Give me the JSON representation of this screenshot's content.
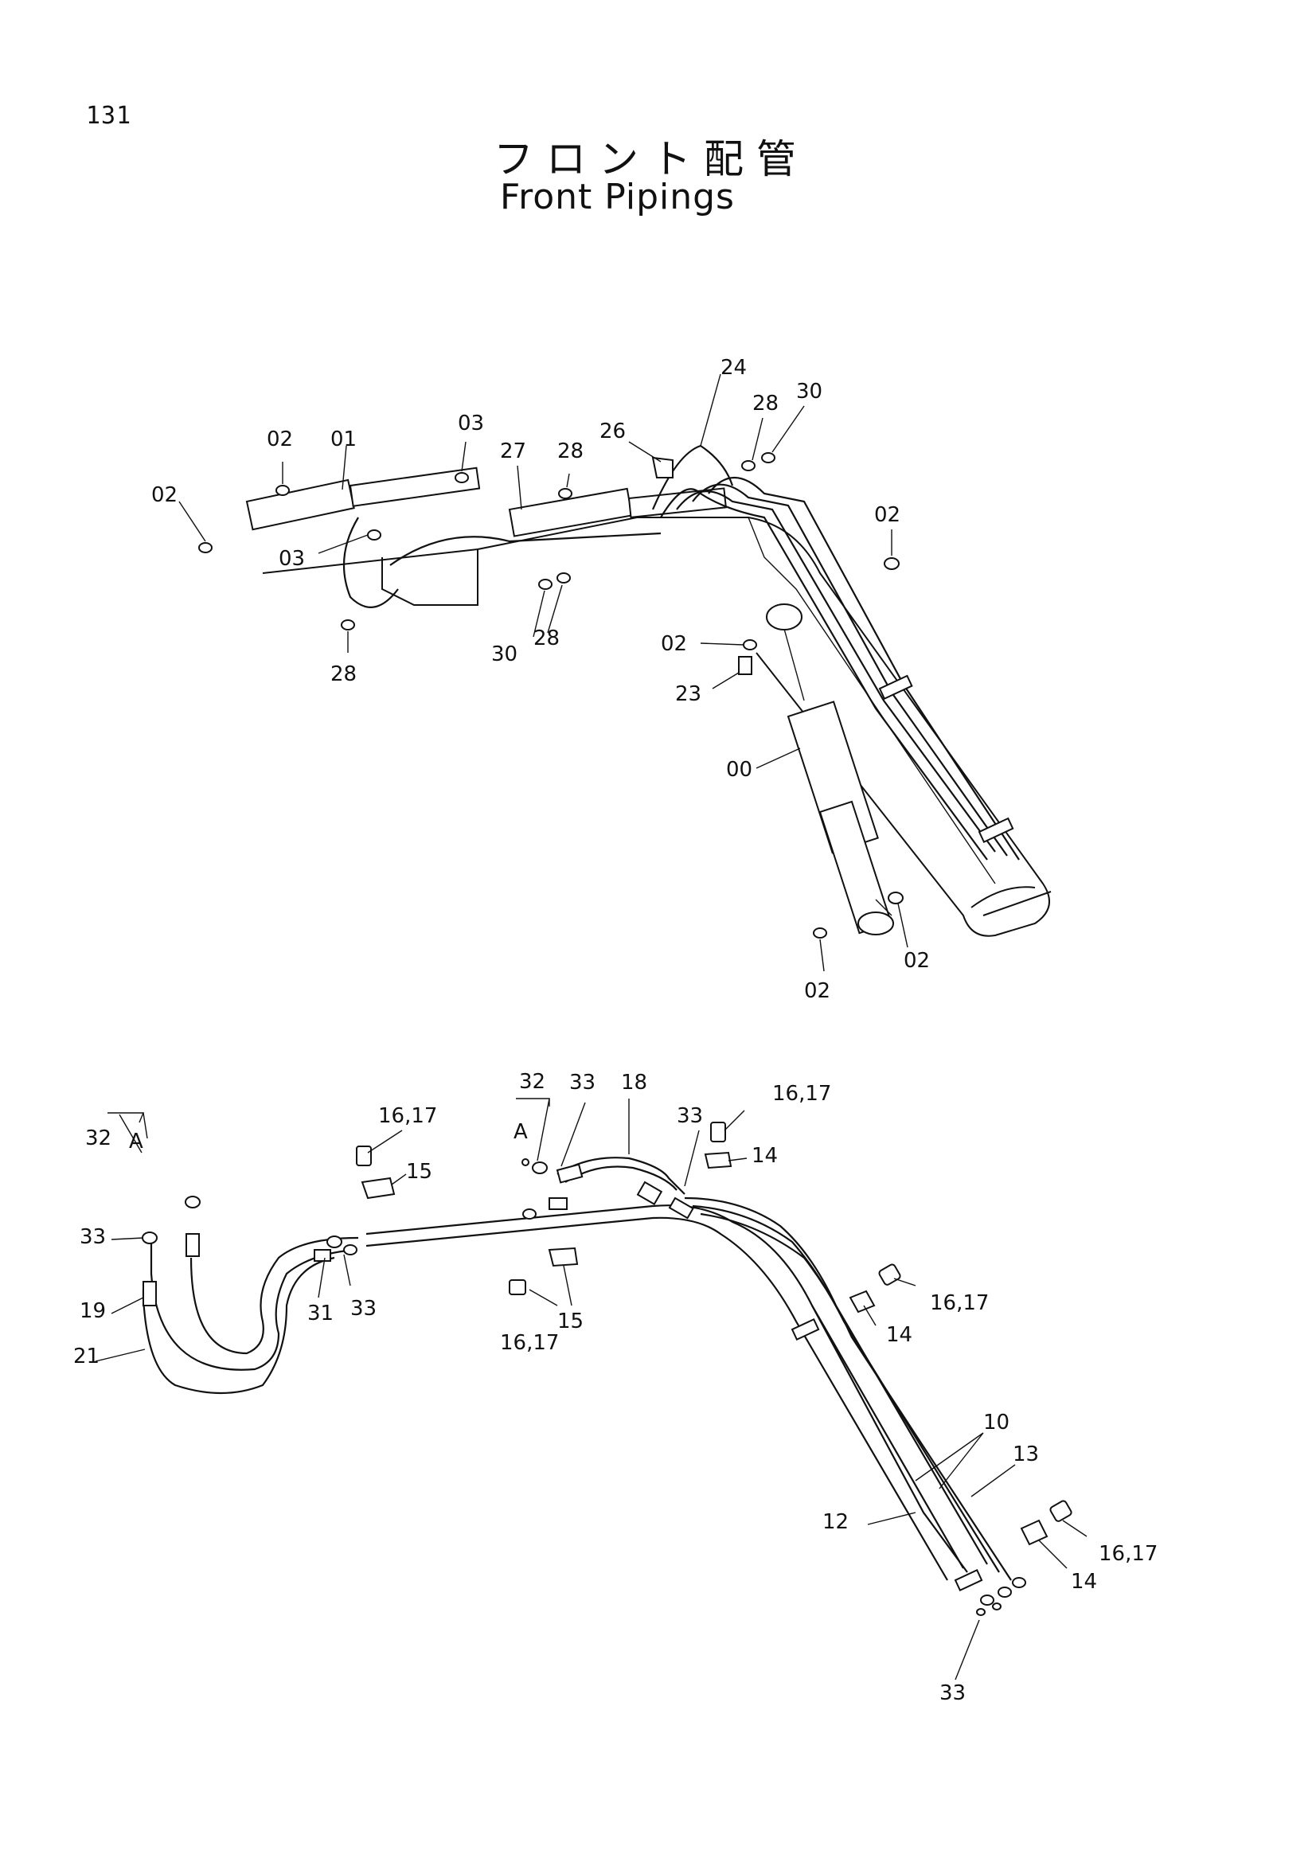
{
  "page_number": "131",
  "title_jp": "フロント配管",
  "title_en": "Front Pipings",
  "top_callouts": {
    "c1": "02",
    "c2": "01",
    "c3": "03",
    "c4": "27",
    "c5": "28",
    "c6": "26",
    "c7": "24",
    "c8": "28",
    "c9": "30",
    "c10": "02",
    "c11": "03",
    "c12": "28",
    "c13": "30",
    "c14": "28",
    "c15": "02",
    "c16": "23",
    "c17": "02",
    "c18": "00",
    "c19": "02",
    "c20": "02"
  },
  "bottom_callouts": {
    "d1": "32",
    "d2": "A",
    "d3": "33",
    "d4": "19",
    "d5": "21",
    "d6": "16,17",
    "d7": "15",
    "d8": "31",
    "d9": "33",
    "d10": "32",
    "d11": "A",
    "d12": "33",
    "d13": "18",
    "d14": "33",
    "d15": "16,17",
    "d16": "14",
    "d17": "16,17",
    "d18": "15",
    "d19": "16,17",
    "d20": "14",
    "d21": "10",
    "d22": "13",
    "d23": "12",
    "d24": "16,17",
    "d25": "14",
    "d26": "33"
  }
}
